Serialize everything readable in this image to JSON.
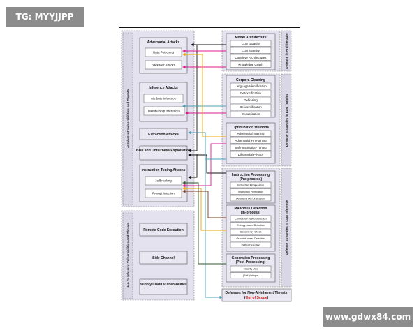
{
  "watermarks": {
    "top_left": "TG: MYYJJPP",
    "bottom_right": "www.gdwx84.com"
  },
  "groups": {
    "ai_inherent": "AI-Inherent Vulnerabilities and Threats",
    "non_ai_inherent": "Non-AI-Inherent Vulnerabilities and Threats",
    "defense_architecture": "Defense in Architecture",
    "defense_training": "Defense Strategies in LLM Training",
    "defense_inference": "Defense Strategies in LLM Inference"
  },
  "attacks": {
    "adversarial": {
      "title": "Adversarial Attacks",
      "items": [
        "Data Poisoning",
        "Backdoor Attacks"
      ]
    },
    "inference": {
      "title": "Inference Attacks",
      "items": [
        "Attribute Inference",
        "Membership Inferences"
      ]
    },
    "extraction": {
      "title": "Extraction Attacks"
    },
    "bias": {
      "title": "Bias and Unfairness Exploitation"
    },
    "instruction_tuning": {
      "title": "Instruction Tuning Attacks",
      "items": [
        "Jailbreaking",
        "Prompt Injection"
      ]
    }
  },
  "non_ai": [
    "Remote Code Execution",
    "Side Channel",
    "Supply Chain Vulnerabilities"
  ],
  "defenses": {
    "model_architecture": {
      "title": "Model Architecture",
      "items": [
        "LLM capacity",
        "LLM Sparsity",
        "Cognitive Architectures",
        "Knowledge Graph"
      ]
    },
    "corpora_cleaning": {
      "title": "Corpora Cleaning",
      "items": [
        "Language Identification",
        "Detoxicification",
        "Debiasing",
        "De-identification",
        "Deduplication"
      ]
    },
    "optimization_methods": {
      "title": "Optimization Methods",
      "items": [
        "Adversarial Training",
        "Adversarial Fine-tuning",
        "Safe Instruction-Tuning",
        "Differential Privacy"
      ]
    },
    "instruction_processing": {
      "title": "Instruction Processing",
      "subtitle": "(Pre-process)",
      "items": [
        "Instruction Manipulation",
        "Instruction Purification",
        "Defensive Demonstrations"
      ]
    },
    "malicious_detection": {
      "title": "Malicious Detection",
      "subtitle": "(In-process)",
      "items": [
        "Confidence-based Detection",
        "Entropy-based Detection",
        "Consistency Check",
        "Gradient-based Detection",
        "Outlier Detection"
      ]
    },
    "generation_processing": {
      "title": "Generation Processing",
      "subtitle": "(Post-Processing)",
      "items": [
        "Majority Vote",
        "(Self-)Critique"
      ]
    },
    "non_ai_threats": {
      "title": "Defenses for Non-AI-Inherent Threats",
      "note_open": "(",
      "note": "Out of Scope",
      "note_close": ")"
    }
  },
  "colors": {
    "black": "#111111",
    "magenta": "#e0198f",
    "orange": "#f0a500",
    "teal": "#4aa3b8",
    "dark_green": "#2f5a2a",
    "brown": "#7a3b1e",
    "red": "#d62020"
  }
}
